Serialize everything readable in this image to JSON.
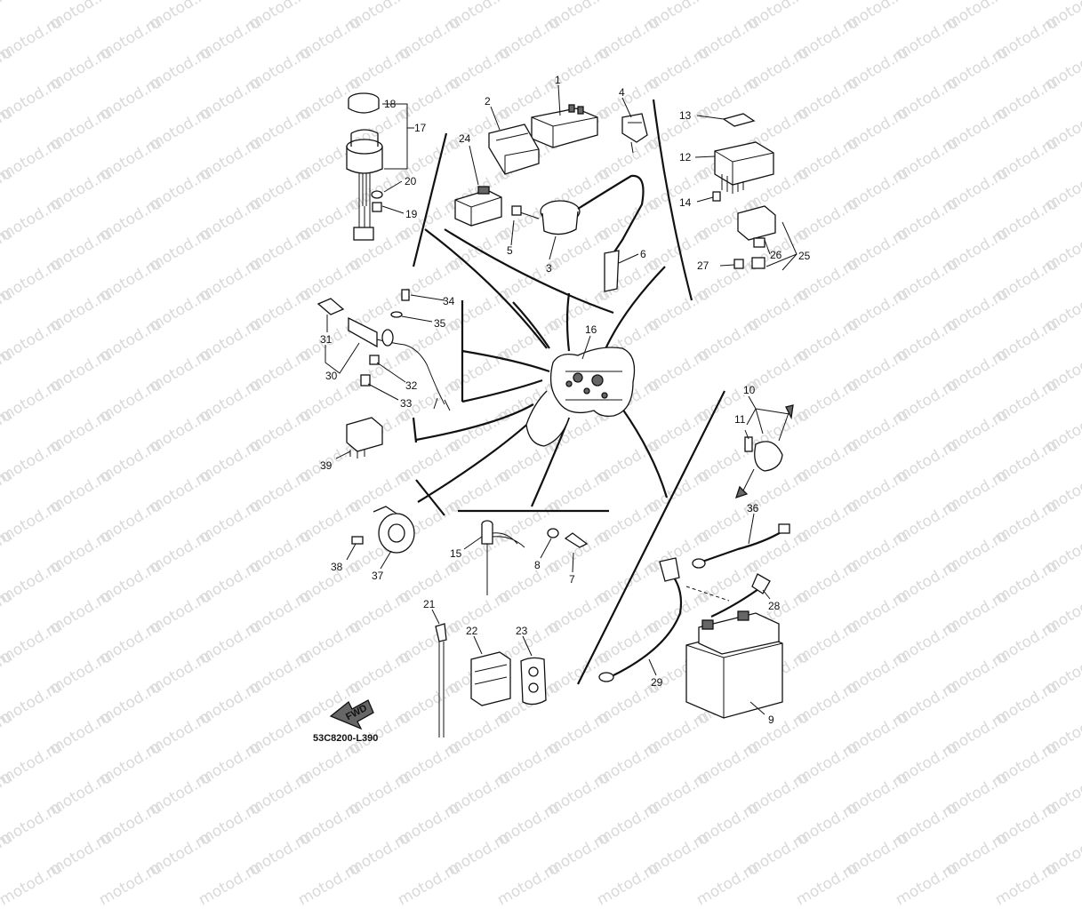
{
  "watermark": {
    "text": "motod.ru",
    "color": "#d9d9d9"
  },
  "diagram_code": "53C8200-L390",
  "fwd_label": "FWD",
  "callouts": [
    {
      "id": "1",
      "text": "1"
    },
    {
      "id": "2",
      "text": "2"
    },
    {
      "id": "3",
      "text": "3"
    },
    {
      "id": "4",
      "text": "4"
    },
    {
      "id": "5",
      "text": "5"
    },
    {
      "id": "6",
      "text": "6"
    },
    {
      "id": "7",
      "text": "7"
    },
    {
      "id": "8",
      "text": "8"
    },
    {
      "id": "9",
      "text": "9"
    },
    {
      "id": "10",
      "text": "10"
    },
    {
      "id": "11",
      "text": "11"
    },
    {
      "id": "12",
      "text": "12"
    },
    {
      "id": "13",
      "text": "13"
    },
    {
      "id": "14",
      "text": "14"
    },
    {
      "id": "15",
      "text": "15"
    },
    {
      "id": "16",
      "text": "16"
    },
    {
      "id": "17",
      "text": "17"
    },
    {
      "id": "18",
      "text": "18"
    },
    {
      "id": "19",
      "text": "19"
    },
    {
      "id": "20",
      "text": "20"
    },
    {
      "id": "21",
      "text": "21"
    },
    {
      "id": "22",
      "text": "22"
    },
    {
      "id": "23",
      "text": "23"
    },
    {
      "id": "24",
      "text": "24"
    },
    {
      "id": "25",
      "text": "25"
    },
    {
      "id": "26",
      "text": "26"
    },
    {
      "id": "27",
      "text": "27"
    },
    {
      "id": "28",
      "text": "28"
    },
    {
      "id": "29",
      "text": "29"
    },
    {
      "id": "30",
      "text": "30"
    },
    {
      "id": "31",
      "text": "31"
    },
    {
      "id": "32",
      "text": "32"
    },
    {
      "id": "33",
      "text": "33"
    },
    {
      "id": "34",
      "text": "34"
    },
    {
      "id": "35",
      "text": "35"
    },
    {
      "id": "36",
      "text": "36"
    },
    {
      "id": "37",
      "text": "37"
    },
    {
      "id": "38",
      "text": "38"
    },
    {
      "id": "39",
      "text": "39"
    }
  ]
}
